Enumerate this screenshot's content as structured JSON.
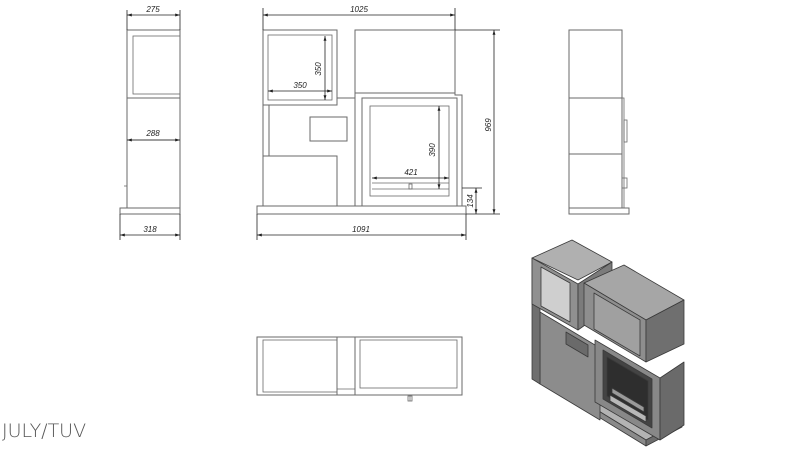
{
  "product_label": "JULY/TUV",
  "dimensions": {
    "side_top_depth": "275",
    "side_mid_depth": "288",
    "side_base_depth": "318",
    "front_top_width": "1025",
    "front_base_width": "1091",
    "shelf_width": "350",
    "shelf_height": "350",
    "firebox_width": "421",
    "firebox_height": "390",
    "total_height": "969",
    "base_height": "134"
  },
  "colors": {
    "line": "#6a6a6a",
    "iso_top": "#a9a9a9",
    "iso_front": "#8a8a8a",
    "iso_side": "#707070",
    "iso_inner": "#c9c9c9"
  }
}
